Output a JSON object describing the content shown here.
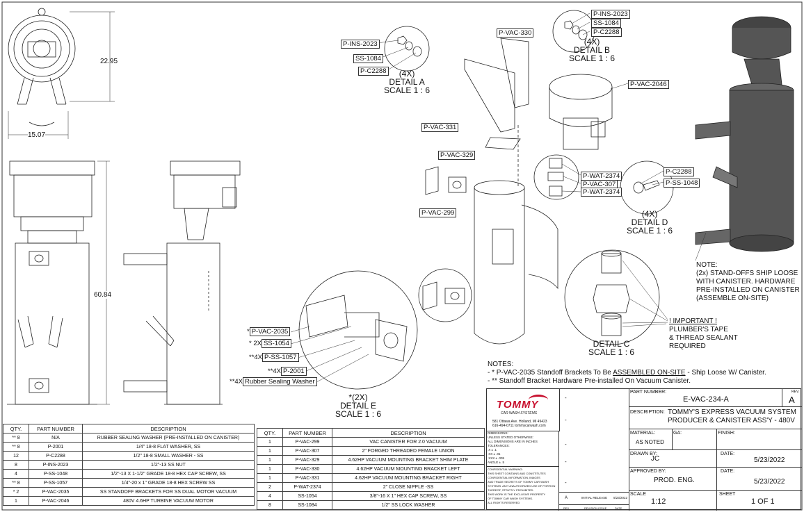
{
  "dimensions": {
    "height_top": "22.95",
    "width_top": "15.07",
    "height_front": "60.84"
  },
  "callouts": {
    "a_ins": "P-INS-2023",
    "a_ss": "SS-1084",
    "a_c": "P-C2288",
    "b_ins": "P-INS-2023",
    "b_ss": "SS-1084",
    "b_c": "P-C2288",
    "vac330": "P-VAC-330",
    "vac331": "P-VAC-331",
    "vac329": "P-VAC-329",
    "vac299": "P-VAC-299",
    "vac2046": "P-VAC-2046",
    "wat1": "P-WAT-2374",
    "vac307": "P-VAC-307",
    "wat2": "P-WAT-2374",
    "d_c": "P-C2288",
    "d_ss": "P-SS-1048",
    "e_vac": "P-VAC-2035",
    "e_ss": "SS-1054",
    "e_pss": "P-SS-1057",
    "e_p2001": "P-2001",
    "e_rubber": "Rubber Sealing Washer"
  },
  "callout_prefixes": {
    "e_vac": "*",
    "e_ss": "* 2X",
    "e_pss": "**4X",
    "e_p2001": "**4X",
    "e_rubber": "**4X"
  },
  "details": {
    "a": [
      "(4X)",
      "DETAIL A",
      "SCALE 1 : 6"
    ],
    "b": [
      "(4X)",
      "DETAIL B",
      "SCALE 1 : 6"
    ],
    "c": [
      "DETAIL C",
      "SCALE 1 : 6"
    ],
    "d": [
      "(4X)",
      "DETAIL D",
      "SCALE 1 : 6"
    ],
    "e": [
      "*(2X)",
      "DETAIL E",
      "SCALE 1 : 6"
    ]
  },
  "note_right": [
    "NOTE:",
    "(2x) STAND-OFFS SHIP LOOSE",
    "WITH CANISTER. HARDWARE",
    "PRE-INSTALLED ON CANISTER",
    "(ASSEMBLE ON-SITE)"
  ],
  "important": [
    "! IMPORTANT !",
    "PLUMBER'S TAPE",
    "& THREAD SEALANT",
    "REQUIRED"
  ],
  "notes": {
    "title": "NOTES:",
    "line1_a": "- * P-VAC-2035 Standoff Brackets To Be ",
    "line1_u": "ASSEMBLED ON-SITE",
    "line1_b": " - Ship Loose W/ Canister.",
    "line2": "- ** Standoff Bracket Hardware Pre-installed On Vacuum Canister."
  },
  "bom_left": {
    "headers": [
      "QTY.",
      "PART NUMBER",
      "DESCRIPTION"
    ],
    "rows": [
      [
        "** 8",
        "N/A",
        "RUBBER SEALING WASHER (PRE-INSTALLED ON CANISTER)"
      ],
      [
        "** 8",
        "P-2001",
        "1/4\" 18-8 FLAT WASHER, SS"
      ],
      [
        "12",
        "P-C2288",
        "1/2\" 18-8 SMALL WASHER - SS"
      ],
      [
        "8",
        "P-INS-2023",
        "1/2\"-13 SS NUT"
      ],
      [
        "4",
        "P-SS-1048",
        "1/2\"-13 X 1-1/2\" GRADE 18-8 HEX CAP SCREW, SS"
      ],
      [
        "** 8",
        "P-SS-1057",
        "1/4\"-20 x 1\" GRADE 18-8 HEX SCREW SS"
      ],
      [
        "* 2",
        "P-VAC-2035",
        "SS STANDOFF BRACKETS FOR SS DUAL MOTOR VACUUM"
      ],
      [
        "1",
        "P-VAC-2046",
        "480V 4.6HP TURBINE VACUUM MOTOR"
      ]
    ]
  },
  "bom_right": {
    "headers": [
      "QTY.",
      "PART NUMBER",
      "DESCRIPTION"
    ],
    "rows": [
      [
        "1",
        "P-VAC-299",
        "VAC CANISTER FOR 2.0 VACUUM"
      ],
      [
        "1",
        "P-VAC-307",
        "2\" FORGED THREADED FEMALE UNION"
      ],
      [
        "1",
        "P-VAC-329",
        "4.62HP VACUUM MOUNTING BRACKET SHIM PLATE"
      ],
      [
        "1",
        "P-VAC-330",
        "4.62HP VACUUM MOUNTING BRACKET LEFT"
      ],
      [
        "1",
        "P-VAC-331",
        "4.62HP VACUUM MOUNTING BRACKET RIGHT"
      ],
      [
        "2",
        "P-WAT-2374",
        "2\" CLOSE NIPPLE -SS"
      ],
      [
        "4",
        "SS-1054",
        "3/8\"-16 X 1\" HEX CAP SCREW, SS"
      ],
      [
        "8",
        "SS-1084",
        "1/2\" SS LOCK WASHER"
      ]
    ]
  },
  "title_block": {
    "logo": "TOMMY",
    "logo_sub": "CAR WASH SYSTEMS",
    "address": "581 Ottawa Ave. Holland, MI 49423",
    "phone": "616-494-0711 tommycarwash.com",
    "dims_text": [
      "DIMENSIONS:",
      "UNLESS STATED OTHERWISE:",
      "ALL DIMENSIONS ARE IN INCHES",
      "TOLERANCES:",
      ".X ± .1",
      ".XX ± .01",
      ".XXX ± .005",
      "ANGLE ± .5"
    ],
    "warning": [
      "CONFIDENTIAL WARNING:",
      "THIS SHEET CONTAINS AND CONSTITUTES",
      "CONFIDENTIAL INFORMATION, IMAGES",
      "AND TRADE SECRETS OF TOMMY CAR WASH",
      "SYSTEMS. ANY UNAUTHORIZED USE OF PORTION",
      "THEREOF, STRICTLY PROHIBITED.",
      "THIS WORK IS THE EXCLUSIVE PROPERTY",
      "OF TOMMY CAR WASH SYSTEMS.",
      "ALL RIGHTS RESERVED"
    ],
    "part_number_label": "PART NUMBER:",
    "part_number": "E-VAC-234-A",
    "rev_label": "REV.",
    "rev": "A",
    "description_label": "DESCRIPTION:",
    "description": [
      "TOMMY'S EXPRESS VACUUM SYSTEM",
      "PRODUCER & CANISTER ASS'Y - 480V"
    ],
    "material_label": "MATERIAL:",
    "material": "AS NOTED",
    "ga_label": "GA:",
    "finish_label": "FINISH:",
    "drawn_label": "DRAWN BY:",
    "drawn": "JC",
    "date_label": "DATE:",
    "drawn_date": "5/23/2022",
    "approved_label": "APPROVED BY:",
    "approved": "PROD. ENG.",
    "approved_date": "5/23/2022",
    "scale_label": "SCALE",
    "scale": "1:12",
    "sheet_label": "SHEET",
    "sheet": "1 OF 1",
    "rev_row": [
      "A",
      "INITIAL RELEASE",
      "5/23/2022"
    ],
    "rev_header": [
      "REV.",
      "REVISION ISSUE",
      "DATE"
    ],
    "dash": "-"
  }
}
